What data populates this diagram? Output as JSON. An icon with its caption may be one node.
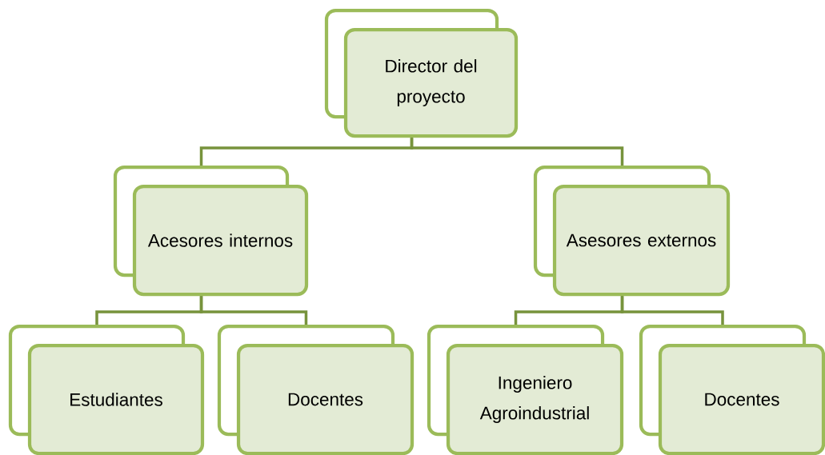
{
  "diagram": {
    "nodes": [
      {
        "text": [
          "Director del proyecto"
        ]
      },
      {
        "text": [
          "Acesores internos"
        ]
      },
      {
        "text": [
          "Asesores externos"
        ]
      },
      {
        "text": [
          "Estudiantes"
        ]
      },
      {
        "text": [
          "Docentes"
        ]
      },
      {
        "text": [
          "Ingeniero Agroindustrial"
        ]
      },
      {
        "text": [
          "Docentes"
        ]
      }
    ],
    "edges": [
      {
        "from": 0,
        "to": 1,
        "arrow": "none"
      },
      {
        "from": 0,
        "to": 2,
        "arrow": "none"
      },
      {
        "from": 1,
        "to": 3,
        "arrow": "none"
      },
      {
        "from": 1,
        "to": 4,
        "arrow": "none"
      },
      {
        "from": 2,
        "to": 5,
        "arrow": "none"
      },
      {
        "from": 2,
        "to": 6,
        "arrow": "none"
      }
    ]
  }
}
